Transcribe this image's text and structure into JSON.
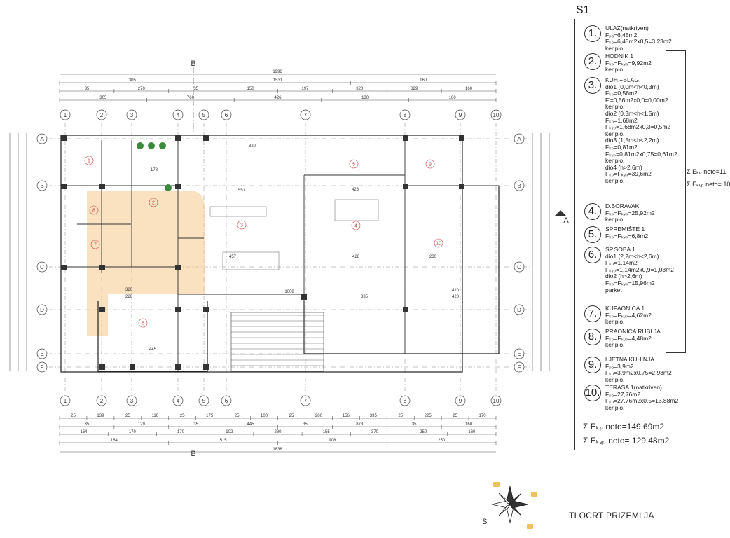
{
  "drawing": {
    "sheet": "S1",
    "title": "TLOCRT PRIZEMLJA",
    "compass_label": "S",
    "section_marker_top": "B",
    "section_marker_bottom": "B",
    "section_marker_right": "A",
    "dimensions": {
      "top_total": "1996",
      "top_row2": [
        "305",
        "1531",
        "160"
      ],
      "top_row3": [
        "35",
        "270",
        "35",
        "150",
        "197",
        "320",
        "829",
        "160"
      ],
      "top_row4": [
        "305",
        "760",
        "426",
        "130",
        "160"
      ],
      "bottom_row1": [
        "25",
        "139",
        "25",
        "110",
        "25",
        "175",
        "25",
        "100",
        "25",
        "280",
        "156",
        "335",
        "25",
        "225",
        "25",
        "170"
      ],
      "bottom_row2": [
        "35",
        "129",
        "35",
        "445",
        "35",
        "873",
        "35",
        "160"
      ],
      "bottom_row3": [
        "164",
        "170",
        "170",
        "102",
        "280",
        "155",
        "370",
        "250",
        "160"
      ],
      "bottom_row4": [
        "164",
        "515",
        "908",
        "250"
      ],
      "bottom_total": "1836",
      "inner": [
        "557",
        "426",
        "320",
        "178",
        "457",
        "426",
        "230",
        "320",
        "220",
        "1008",
        "335",
        "410",
        "420",
        "445"
      ]
    },
    "axes_columns": [
      "1",
      "2",
      "3",
      "4",
      "5",
      "6",
      "7",
      "8",
      "9",
      "10"
    ],
    "axes_rows": [
      "A",
      "B",
      "C",
      "D",
      "E",
      "F"
    ],
    "rooms_on_plan": [
      "1",
      "2",
      "3",
      "4",
      "5",
      "6",
      "7",
      "8",
      "9",
      "10"
    ]
  },
  "legend": {
    "items": [
      {
        "n": "1.",
        "lines": [
          "ULAZ(natkriven)",
          "Fₚₒ=6,45m2",
          "Fₖₒ=6,45m2x0,5=3,23m2",
          "ker.plo."
        ]
      },
      {
        "n": "2.",
        "lines": [
          "HODNIK 1",
          "Fₖₚ=Fₖᵥₚ=9,92m2",
          "ker.plo."
        ]
      },
      {
        "n": "3.",
        "lines": [
          "KUH.+BLAG.",
          "dio1 (0,0m<h<0,3m)",
          "Fₖₚ=0,56m2",
          "F'=0,56m2x0,0=0,00m2",
          "ker.plo.",
          "dio2 (0,3m<h<1,5m)",
          "Fₖₚ=1,68m2",
          "Fₖᵥₚ=1,68m2x0,3=0,5m2",
          "ker.plo.",
          "dio3 (1,5m<h<2,2m)",
          "Fₖₚ=0,81m2",
          "Fₖᵥₚ=0,81m2x0,75=0,61m2",
          "ker.plo.",
          "dio4 (h>2,6m)",
          "Fₖₚ=Fₖᵥₚ=39,6m2",
          "ker.plo."
        ]
      },
      {
        "n": "4.",
        "lines": [
          "D.BORAVAK",
          "Fₖₚ=Fₖᵥₚ=25,92m2",
          "ker.plo."
        ]
      },
      {
        "n": "5.",
        "lines": [
          "SPREMIŠTE 1",
          "Fₖₚ=Fₖᵥₚ=6,8m2"
        ]
      },
      {
        "n": "6.",
        "lines": [
          "SP.SOBA 1",
          "dio1 (2,2m<h<2,6m)",
          "Fₖₚ=1,14m2",
          "Fₖᵥₚ=1,14m2x0,9=1,03m2",
          "dio2 (h>2,6m)",
          "Fₖₚ=Fₖᵥₚ=15,96m2",
          "parket"
        ]
      },
      {
        "n": "7.",
        "lines": [
          "KUPAONICA 1",
          "Fₖₚ=Fₖᵥₚ=4,62m2",
          "ker.plo."
        ]
      },
      {
        "n": "8.",
        "lines": [
          "PRAONICA RUBLJA",
          "Fₖₚ=Fₖᵥₚ=4,48m2",
          "ker.plo."
        ]
      },
      {
        "n": "9.",
        "lines": [
          "LJETNA KUHINJA",
          "Fₚₒ=3,9m2",
          "Fₖₒ=3,9m2x0,75=2,93m2",
          "ker.plo."
        ]
      },
      {
        "n": "10.",
        "lines": [
          "TERASA 1(natkriven)",
          "Fₚₒ=27,76m2",
          "Fₖₒ=27,76m2x0,5=13,88m2",
          "ker.plo."
        ]
      }
    ],
    "total_neto": "Σ Eₖₚ neto=149,69m2",
    "total_kvp": "Σ Eₖᵥₚ neto= 129,48m2",
    "side_sum_1": "Σ Eₖₚ neto=11",
    "side_sum_2": "Σ Eₖᵥₚ neto= 10"
  }
}
